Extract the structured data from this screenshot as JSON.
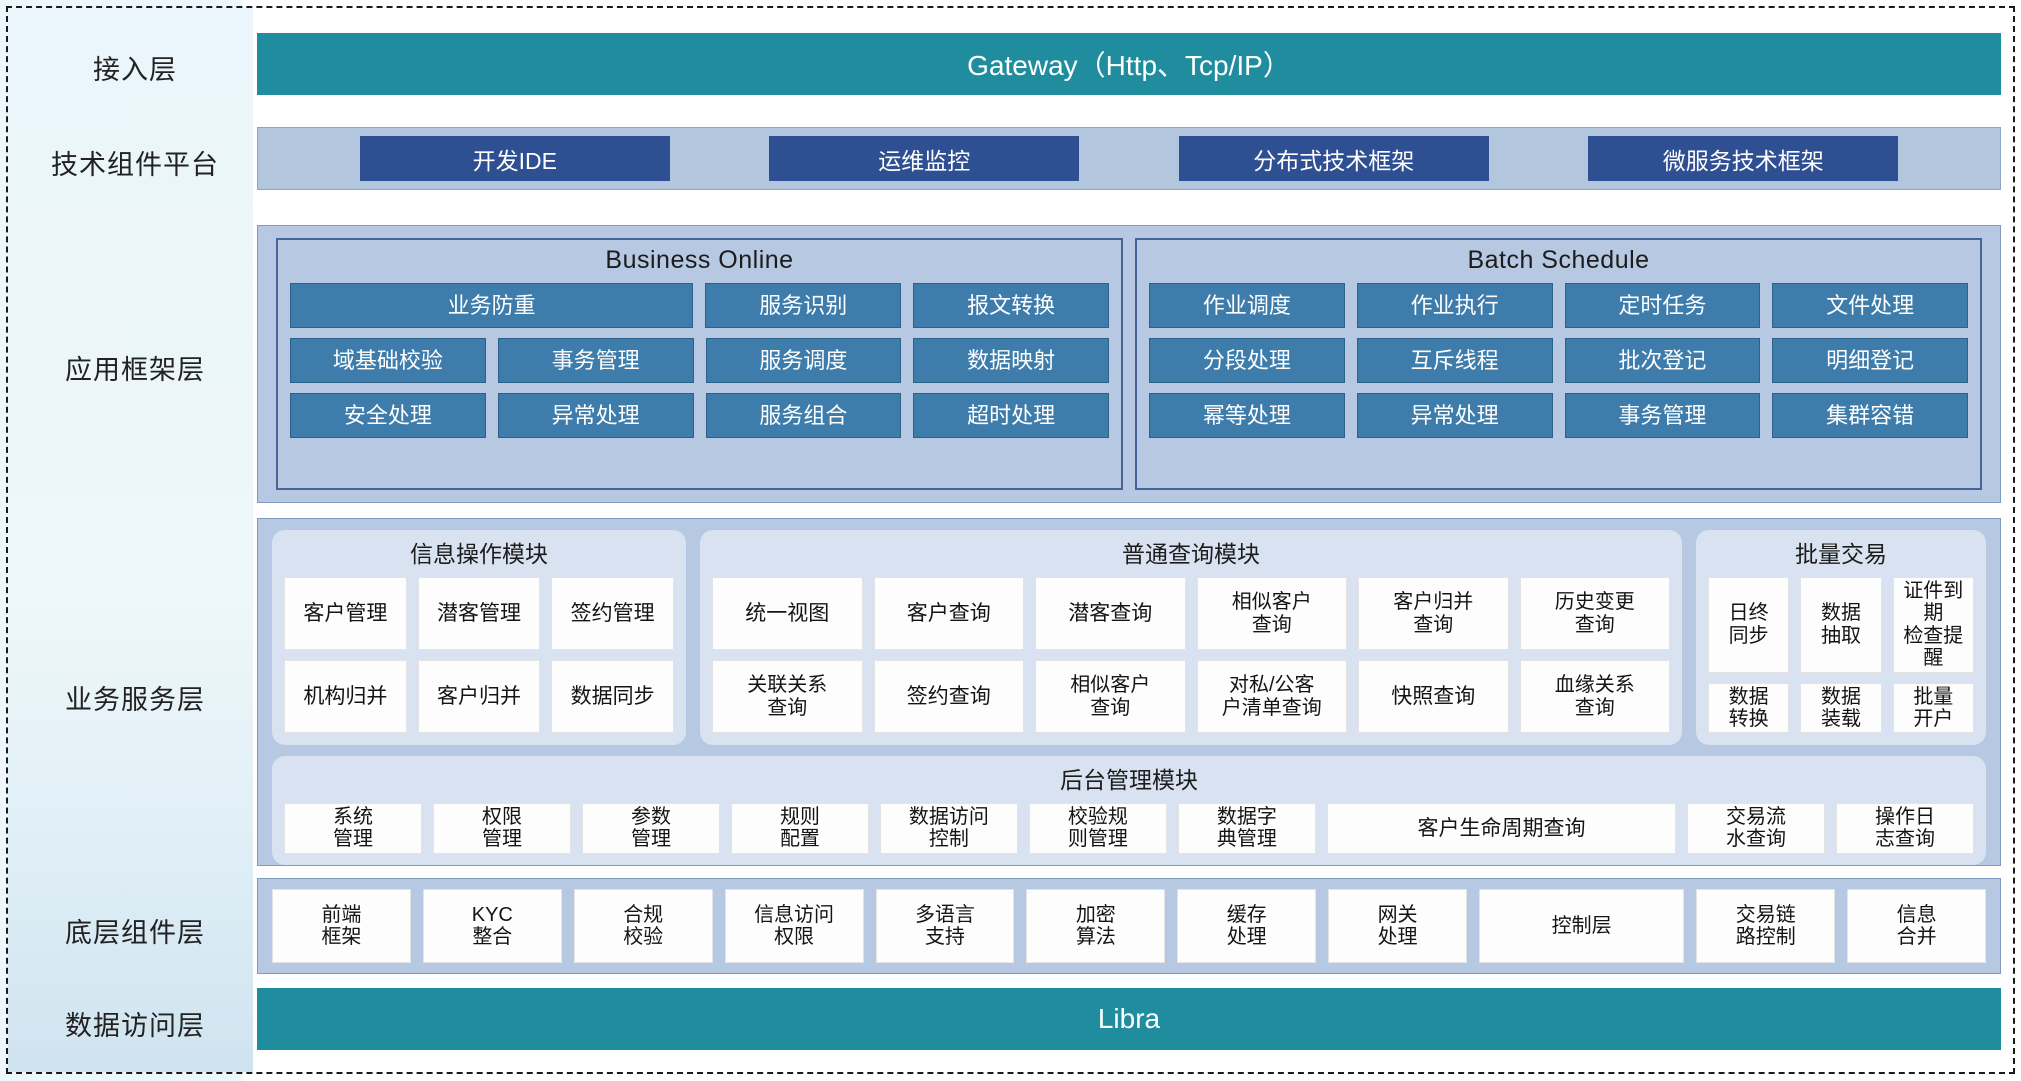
{
  "layers": [
    {
      "label": "接入层"
    },
    {
      "label": "技术组件平台"
    },
    {
      "label": "应用框架层"
    },
    {
      "label": "业务服务层"
    },
    {
      "label": "底层组件层"
    },
    {
      "label": "数据访问层"
    }
  ],
  "gateway": {
    "label": "Gateway（Http、Tcp/IP）"
  },
  "tech_platform": {
    "items": [
      {
        "label": "开发IDE"
      },
      {
        "label": "运维监控"
      },
      {
        "label": "分布式技术框架"
      },
      {
        "label": "微服务技术框架"
      }
    ]
  },
  "app_framework": {
    "panels": [
      {
        "title": "Business Online",
        "rows": [
          [
            {
              "label": "业务防重",
              "wide": true
            },
            {
              "label": "服务识别"
            },
            {
              "label": "报文转换"
            }
          ],
          [
            {
              "label": "域基础校验"
            },
            {
              "label": "事务管理"
            },
            {
              "label": "服务调度"
            },
            {
              "label": "数据映射"
            }
          ],
          [
            {
              "label": "安全处理"
            },
            {
              "label": "异常处理"
            },
            {
              "label": "服务组合"
            },
            {
              "label": "超时处理"
            }
          ]
        ]
      },
      {
        "title": "Batch Schedule",
        "rows": [
          [
            {
              "label": "作业调度"
            },
            {
              "label": "作业执行"
            },
            {
              "label": "定时任务"
            },
            {
              "label": "文件处理"
            }
          ],
          [
            {
              "label": "分段处理"
            },
            {
              "label": "互斥线程"
            },
            {
              "label": "批次登记"
            },
            {
              "label": "明细登记"
            }
          ],
          [
            {
              "label": "幂等处理"
            },
            {
              "label": "异常处理"
            },
            {
              "label": "事务管理"
            },
            {
              "label": "集群容错"
            }
          ]
        ]
      }
    ]
  },
  "business_service": {
    "panels": [
      {
        "title": "信息操作模块",
        "rows": [
          [
            {
              "label": "客户管理"
            },
            {
              "label": "潜客管理"
            },
            {
              "label": "签约管理"
            }
          ],
          [
            {
              "label": "机构归并"
            },
            {
              "label": "客户归并"
            },
            {
              "label": "数据同步"
            }
          ]
        ]
      },
      {
        "title": "普通查询模块",
        "rows": [
          [
            {
              "label": "统一视图"
            },
            {
              "label": "客户查询"
            },
            {
              "label": "潜客查询"
            },
            {
              "label": "相似客户\n查询"
            },
            {
              "label": "客户归并\n查询"
            },
            {
              "label": "历史变更\n查询"
            }
          ],
          [
            {
              "label": "关联关系\n查询"
            },
            {
              "label": "签约查询"
            },
            {
              "label": "相似客户\n查询"
            },
            {
              "label": "对私/公客\n户清单查询"
            },
            {
              "label": "快照查询"
            },
            {
              "label": "血缘关系\n查询"
            }
          ]
        ]
      },
      {
        "title": "批量交易",
        "rows": [
          [
            {
              "label": "日终\n同步"
            },
            {
              "label": "数据\n抽取"
            },
            {
              "label": "证件到期\n检查提醒"
            }
          ],
          [
            {
              "label": "数据\n转换"
            },
            {
              "label": "数据\n装载"
            },
            {
              "label": "批量\n开户"
            }
          ]
        ]
      }
    ],
    "backend_panel": {
      "title": "后台管理模块",
      "cards": [
        {
          "label": "系统\n管理"
        },
        {
          "label": "权限\n管理"
        },
        {
          "label": "参数\n管理"
        },
        {
          "label": "规则\n配置"
        },
        {
          "label": "数据访问\n控制"
        },
        {
          "label": "校验规\n则管理"
        },
        {
          "label": "数据字\n典管理"
        },
        {
          "label": "客户生命周期查询",
          "wide": true
        },
        {
          "label": "交易流\n水查询"
        },
        {
          "label": "操作日\n志查询"
        }
      ]
    }
  },
  "bottom_components": {
    "items": [
      {
        "label": "前端\n框架"
      },
      {
        "label": "KYC\n整合"
      },
      {
        "label": "合规\n校验"
      },
      {
        "label": "信息访问\n权限"
      },
      {
        "label": "多语言\n支持"
      },
      {
        "label": "加密\n算法"
      },
      {
        "label": "缓存\n处理"
      },
      {
        "label": "网关\n处理"
      },
      {
        "label": "控制层",
        "wide": true
      },
      {
        "label": "交易链\n路控制"
      },
      {
        "label": "信息\n合并"
      }
    ]
  },
  "data_access": {
    "label": "Libra"
  },
  "colors": {
    "teal": "#1f8d9e",
    "dark_blue_chip": "#2f4f93",
    "mid_blue_chip": "#3d7cab",
    "panel_blue": "#b6c8e2",
    "panel_light": "#d9e2f1",
    "band_blue": "#b2c6de",
    "card_white": "#fdfdfd"
  }
}
